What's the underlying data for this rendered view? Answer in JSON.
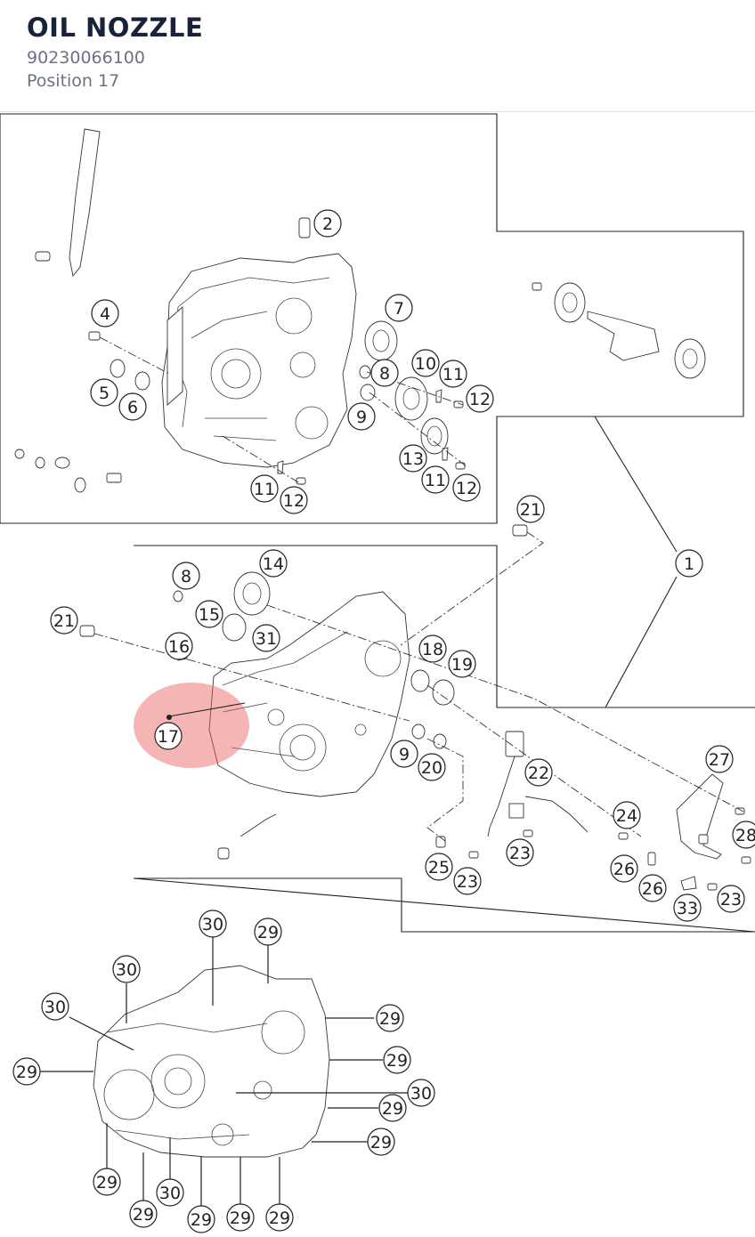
{
  "header": {
    "title": "OIL NOZZLE",
    "part_number": "90230066100",
    "position": "Position 17"
  },
  "highlight": {
    "callout": "17",
    "color": "#e85a5a"
  },
  "callouts": {
    "c1": "1",
    "c2": "2",
    "c4": "4",
    "c5": "5",
    "c6": "6",
    "c7": "7",
    "c8a": "8",
    "c9a": "9",
    "c10": "10",
    "c11a": "11",
    "c12a": "12",
    "c13": "13",
    "c11b": "11",
    "c12b": "12",
    "c11c": "11",
    "c12c": "12",
    "c21a": "21",
    "c8b": "8",
    "c14": "14",
    "c15": "15",
    "c16": "16",
    "c31": "31",
    "c21b": "21",
    "c17": "17",
    "c18": "18",
    "c19": "19",
    "c9b": "9",
    "c20": "20",
    "c22": "22",
    "c27": "27",
    "c24": "24",
    "c28": "28",
    "c23a": "23",
    "c25": "25",
    "c23b": "23",
    "c26a": "26",
    "c26b": "26",
    "c33": "33",
    "c23c": "23",
    "c30a": "30",
    "c29a": "29",
    "c30b": "30",
    "c30c": "30",
    "c29b": "29",
    "c29c": "29",
    "c29d": "29",
    "c30d": "30",
    "c29e": "29",
    "c29f": "29",
    "c29g": "29",
    "c29h": "29",
    "c30e": "30",
    "c29i": "29",
    "c29j": "29",
    "c29k": "29"
  }
}
